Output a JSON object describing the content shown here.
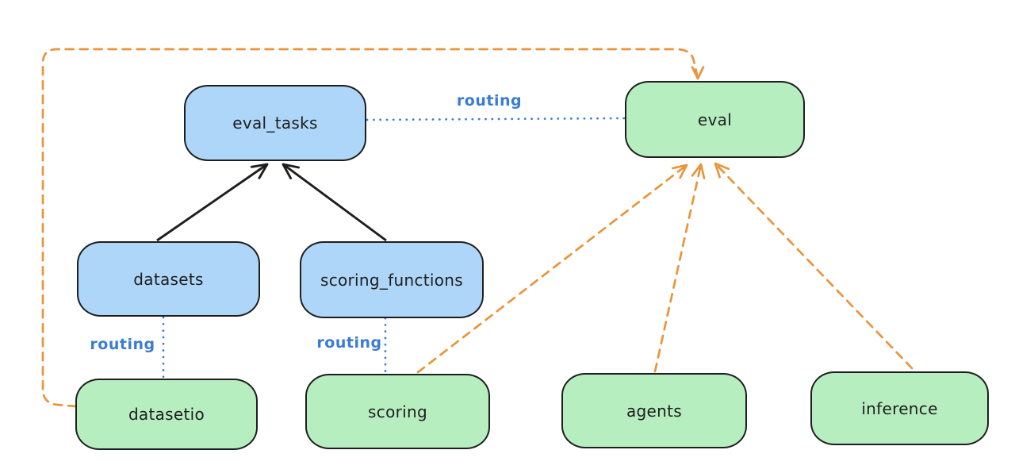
{
  "colors": {
    "background": "#ffffff",
    "node_blue": "#aed6f8",
    "node_green": "#b7eec0",
    "node_border": "#1e1e1e",
    "node_text": "#1e1e1e",
    "arrow_black": "#1e1e1e",
    "arrow_orange": "#e8953c",
    "routing_blue": "#3b7cd3"
  },
  "nodes": {
    "eval_tasks": {
      "label": "eval_tasks",
      "fill": "blue"
    },
    "eval": {
      "label": "eval",
      "fill": "green"
    },
    "datasets": {
      "label": "datasets",
      "fill": "blue"
    },
    "scoring_functions": {
      "label": "scoring_functions",
      "fill": "blue"
    },
    "datasetio": {
      "label": "datasetio",
      "fill": "green"
    },
    "scoring": {
      "label": "scoring",
      "fill": "green"
    },
    "agents": {
      "label": "agents",
      "fill": "green"
    },
    "inference": {
      "label": "inference",
      "fill": "green"
    }
  },
  "edge_labels": {
    "eval_tasks_to_eval": "routing",
    "datasets_to_datasetio": "routing",
    "scoring_functions_to_scoring": "routing"
  },
  "edges": [
    {
      "from": "datasets",
      "to": "eval_tasks",
      "style": "solid",
      "color": "black",
      "arrow": "to"
    },
    {
      "from": "scoring_functions",
      "to": "eval_tasks",
      "style": "solid",
      "color": "black",
      "arrow": "to"
    },
    {
      "from": "eval_tasks",
      "to": "eval",
      "style": "dotted",
      "color": "blue",
      "arrow": "none",
      "label": "routing"
    },
    {
      "from": "datasets",
      "to": "datasetio",
      "style": "dotted",
      "color": "blue",
      "arrow": "none",
      "label": "routing"
    },
    {
      "from": "scoring_functions",
      "to": "scoring",
      "style": "dotted",
      "color": "blue",
      "arrow": "none",
      "label": "routing"
    },
    {
      "from": "datasetio",
      "to": "eval",
      "style": "dashed",
      "color": "orange",
      "arrow": "to",
      "route": "around-left-and-top"
    },
    {
      "from": "scoring",
      "to": "eval",
      "style": "dashed",
      "color": "orange",
      "arrow": "to"
    },
    {
      "from": "agents",
      "to": "eval",
      "style": "dashed",
      "color": "orange",
      "arrow": "to"
    },
    {
      "from": "inference",
      "to": "eval",
      "style": "dashed",
      "color": "orange",
      "arrow": "to"
    }
  ]
}
